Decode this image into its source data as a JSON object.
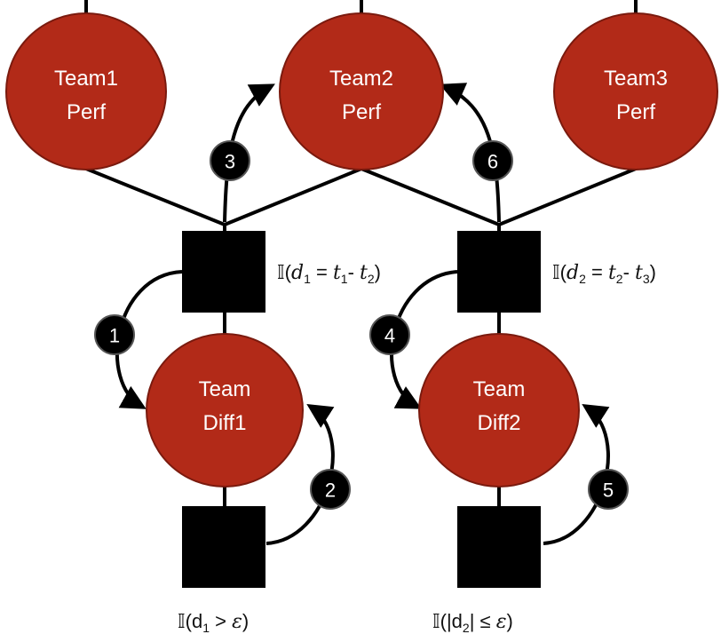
{
  "colors": {
    "node_fill": "#b22a18",
    "factor_fill": "#000000",
    "edge": "#000000",
    "badge_fill": "#000000",
    "text_on_node": "#ffffff"
  },
  "nodes": {
    "team1_perf": {
      "line1": "Team1",
      "line2": "Perf"
    },
    "team2_perf": {
      "line1": "Team2",
      "line2": "Perf"
    },
    "team3_perf": {
      "line1": "Team3",
      "line2": "Perf"
    },
    "team_diff1": {
      "line1": "Team",
      "line2": "Diff1"
    },
    "team_diff2": {
      "line1": "Team",
      "line2": "Diff2"
    }
  },
  "messages": [
    "1",
    "2",
    "3",
    "4",
    "5",
    "6"
  ],
  "factors": {
    "diff1_factor": {
      "indicator": "𝕀",
      "open": "(",
      "d": "d",
      "d_sub": "1",
      "eq": " = ",
      "t_a": "t",
      "t_a_sub": "1",
      "minus": "- ",
      "t_b": "t",
      "t_b_sub": "2",
      "close": ")"
    },
    "diff2_factor": {
      "indicator": "𝕀",
      "open": "(",
      "d": "d",
      "d_sub": "2",
      "eq": " = ",
      "t_a": "t",
      "t_a_sub": "2",
      "minus": "- ",
      "t_b": "t",
      "t_b_sub": "3",
      "close": ")"
    },
    "win_factor": {
      "indicator": "𝕀",
      "open": "(d",
      "d_sub": "1",
      "rel": " > ",
      "eps": "ε",
      "close": ")"
    },
    "draw_factor": {
      "indicator": "𝕀",
      "open": "(|d",
      "d_sub": "2",
      "rel": "| ≤ ",
      "eps": "ε",
      "close": ")"
    }
  }
}
